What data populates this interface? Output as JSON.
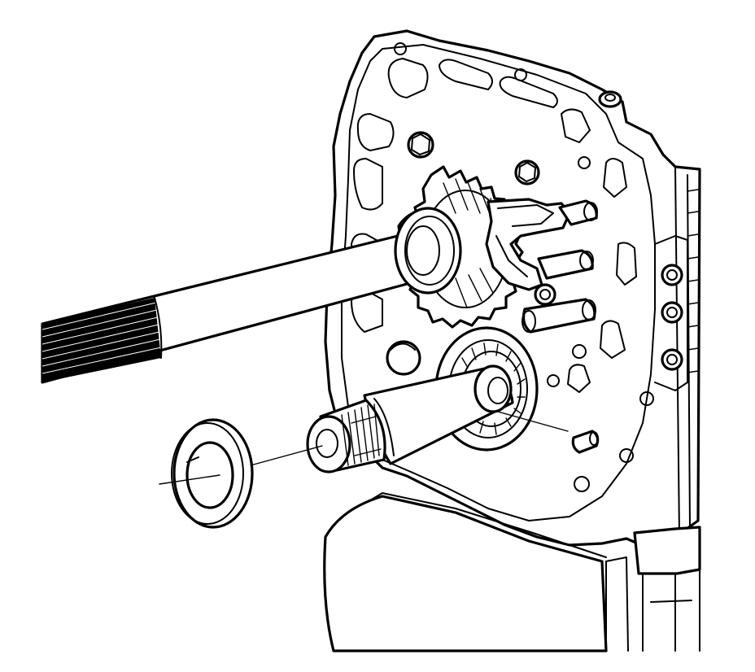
{
  "figure": {
    "parts": [
      "transmission-case-plate",
      "output-shaft",
      "drive-gear",
      "shift-fork",
      "input-shaft",
      "needle-bearing",
      "thrust-washer",
      "dowel-pin"
    ],
    "line_color": "#000000",
    "background": "#ffffff"
  }
}
